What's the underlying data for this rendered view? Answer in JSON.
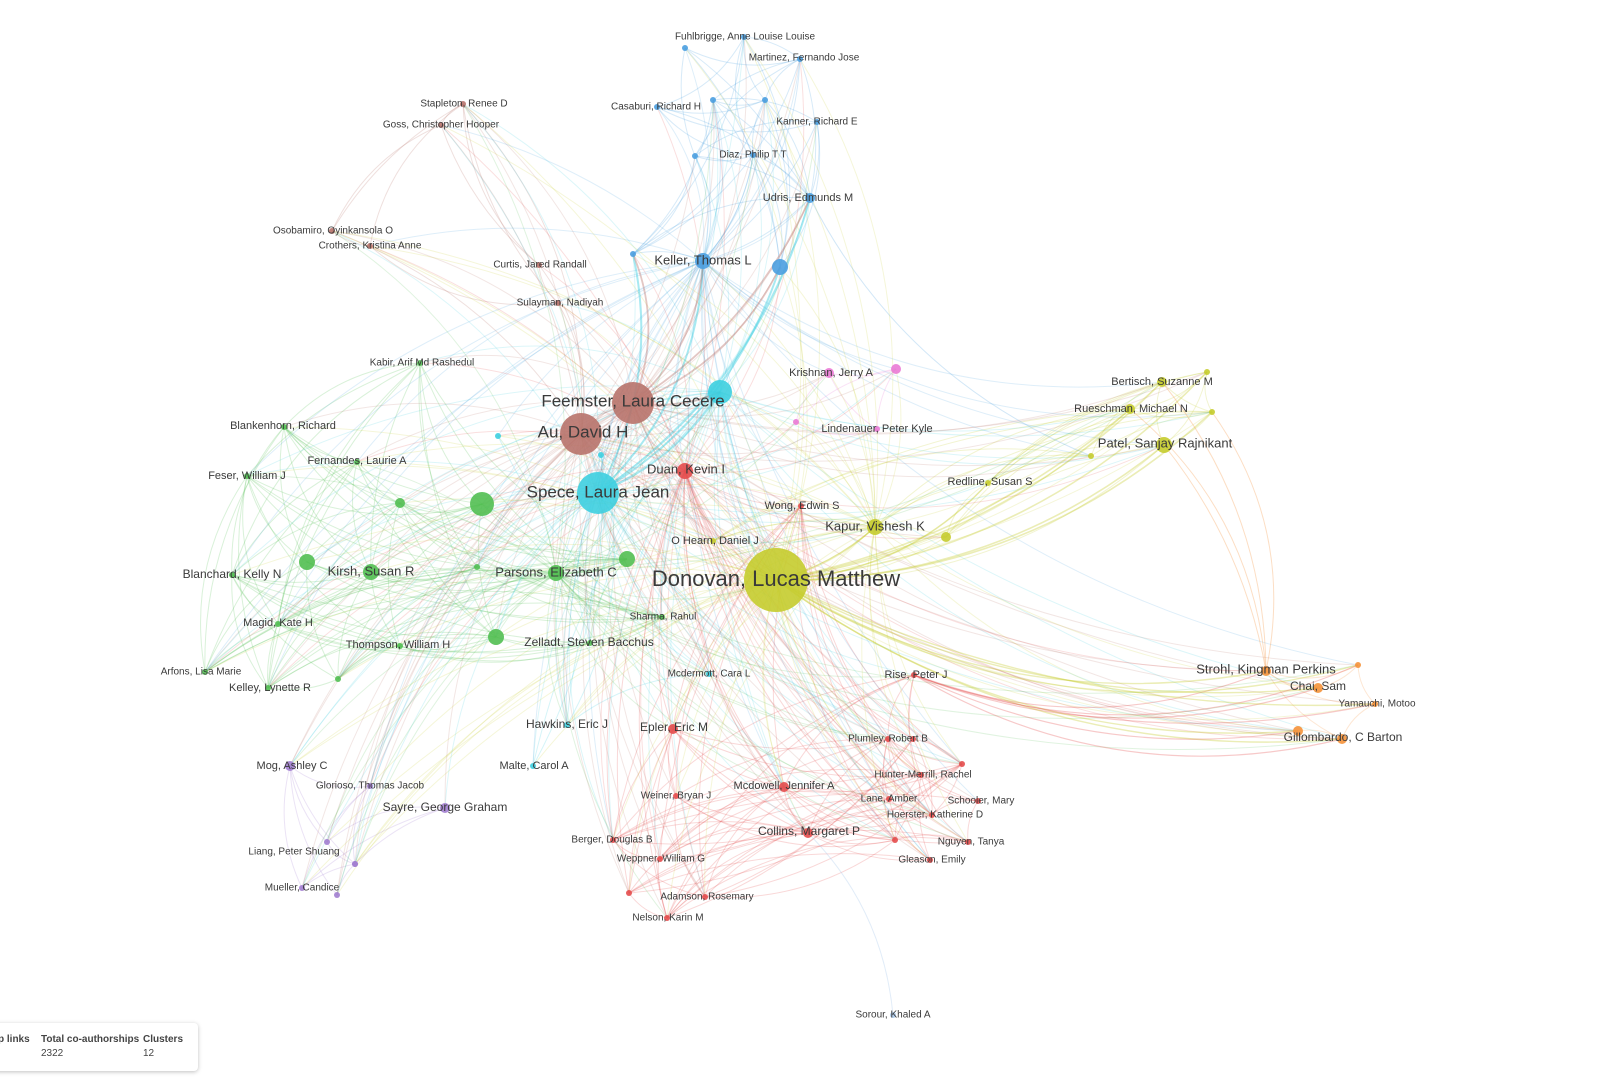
{
  "colors": {
    "red": "#e44c4c",
    "green": "#52bf52",
    "blue": "#4a9ee0",
    "yellow": "#c5cc2e",
    "purple": "#a27ed0",
    "cyan": "#3ecfe0",
    "orange": "#f5923a",
    "brown": "#b8736b",
    "pink": "#ea7ad5",
    "lightblue": "#a8c8ea"
  },
  "nodes": [
    {
      "id": "donovan",
      "label": "Donovan, Lucas Matthew",
      "c": "yellow",
      "s": 5
    },
    {
      "id": "feemster",
      "label": "Feemster, Laura Cecere",
      "c": "brown",
      "s": 4
    },
    {
      "id": "au",
      "label": "Au, David H",
      "c": "brown",
      "s": 4
    },
    {
      "id": "spece",
      "label": "Spece, Laura Jean",
      "c": "cyan",
      "s": 4
    },
    {
      "id": "cyanbig",
      "label": "",
      "c": "cyan",
      "s": 3
    },
    {
      "id": "keller",
      "label": "Keller, Thomas L",
      "c": "blue",
      "s": 2
    },
    {
      "id": "blue2",
      "label": "",
      "c": "blue",
      "s": 2
    },
    {
      "id": "udris",
      "label": "Udris, Edmunds M",
      "c": "blue",
      "s": 1
    },
    {
      "id": "blue3",
      "label": "",
      "c": "blue",
      "s": 0
    },
    {
      "id": "fuhlbrigge",
      "label": "Fuhlbrigge, Anne Louise Louise",
      "c": "blue",
      "s": 0
    },
    {
      "id": "martinez",
      "label": "Martinez, Fernando Jose",
      "c": "blue",
      "s": 0
    },
    {
      "id": "casaburi",
      "label": "Casaburi, Richard H",
      "c": "blue",
      "s": 0
    },
    {
      "id": "kanner",
      "label": "Kanner, Richard E",
      "c": "blue",
      "s": 0
    },
    {
      "id": "diaz",
      "label": "Diaz, Philip T T",
      "c": "blue",
      "s": 0
    },
    {
      "id": "blue4",
      "label": "",
      "c": "blue",
      "s": 0
    },
    {
      "id": "blue5",
      "label": "",
      "c": "blue",
      "s": 0
    },
    {
      "id": "blue6",
      "label": "",
      "c": "blue",
      "s": 0
    },
    {
      "id": "blue7",
      "label": "",
      "c": "blue",
      "s": 0
    },
    {
      "id": "stapleton",
      "label": "Stapleton, Renee D",
      "c": "brown",
      "s": 0
    },
    {
      "id": "goss",
      "label": "Goss, Christopher Hooper",
      "c": "brown",
      "s": 0
    },
    {
      "id": "osobamiro",
      "label": "Osobamiro, Oyinkansola O",
      "c": "brown",
      "s": 0
    },
    {
      "id": "crothers",
      "label": "Crothers, Kristina Anne",
      "c": "brown",
      "s": 0
    },
    {
      "id": "curtis",
      "label": "Curtis, Jared Randall",
      "c": "brown",
      "s": 0
    },
    {
      "id": "sulayman",
      "label": "Sulayman, Nadiyah",
      "c": "brown",
      "s": 0
    },
    {
      "id": "kabir",
      "label": "Kabir, Arif Md Rashedul",
      "c": "green",
      "s": 0
    },
    {
      "id": "duan",
      "label": "Duan, Kevin I",
      "c": "red",
      "s": 2
    },
    {
      "id": "krishnan",
      "label": "Krishnan, Jerry A",
      "c": "pink",
      "s": 1
    },
    {
      "id": "pink2",
      "label": "",
      "c": "pink",
      "s": 1
    },
    {
      "id": "pink3",
      "label": "",
      "c": "pink",
      "s": 0
    },
    {
      "id": "lindenauer",
      "label": "Lindenauer, Peter Kyle",
      "c": "pink",
      "s": 0
    },
    {
      "id": "bertisch",
      "label": "Bertisch, Suzanne M",
      "c": "yellow",
      "s": 1
    },
    {
      "id": "rueschman",
      "label": "Rueschman, Michael N",
      "c": "yellow",
      "s": 1
    },
    {
      "id": "patel",
      "label": "Patel, Sanjay Rajnikant",
      "c": "yellow",
      "s": 2
    },
    {
      "id": "yel2",
      "label": "",
      "c": "yellow",
      "s": 0
    },
    {
      "id": "yel3",
      "label": "",
      "c": "yellow",
      "s": 0
    },
    {
      "id": "yel4",
      "label": "",
      "c": "yellow",
      "s": 0
    },
    {
      "id": "redline",
      "label": "Redline, Susan S",
      "c": "yellow",
      "s": 0
    },
    {
      "id": "kapur",
      "label": "Kapur, Vishesh K",
      "c": "yellow",
      "s": 2
    },
    {
      "id": "yel5",
      "label": "",
      "c": "yellow",
      "s": 1
    },
    {
      "id": "wong",
      "label": "Wong, Edwin S",
      "c": "red",
      "s": 0
    },
    {
      "id": "ohearn",
      "label": "O Hearn, Daniel J",
      "c": "yellow",
      "s": 0
    },
    {
      "id": "blankenhorn",
      "label": "Blankenhorn, Richard",
      "c": "green",
      "s": 0
    },
    {
      "id": "fernandes",
      "label": "Fernandes, Laurie A",
      "c": "green",
      "s": 0
    },
    {
      "id": "feser",
      "label": "Feser, William J",
      "c": "green",
      "s": 0
    },
    {
      "id": "green2",
      "label": "",
      "c": "green",
      "s": 1
    },
    {
      "id": "green3",
      "label": "",
      "c": "green",
      "s": 3
    },
    {
      "id": "blanchard",
      "label": "Blanchard, Kelly N",
      "c": "green",
      "s": 0
    },
    {
      "id": "green4",
      "label": "",
      "c": "green",
      "s": 2
    },
    {
      "id": "kirsh",
      "label": "Kirsh, Susan R",
      "c": "green",
      "s": 2
    },
    {
      "id": "green5",
      "label": "",
      "c": "green",
      "s": 0
    },
    {
      "id": "parsons",
      "label": "Parsons, Elizabeth C",
      "c": "green",
      "s": 2
    },
    {
      "id": "green6",
      "label": "",
      "c": "green",
      "s": 2
    },
    {
      "id": "magid",
      "label": "Magid, Kate H",
      "c": "green",
      "s": 0
    },
    {
      "id": "thompson",
      "label": "Thompson, William H",
      "c": "green",
      "s": 0
    },
    {
      "id": "green7",
      "label": "",
      "c": "green",
      "s": 2
    },
    {
      "id": "zelladt",
      "label": "Zelladt, Steven Bacchus",
      "c": "green",
      "s": 0
    },
    {
      "id": "sharma",
      "label": "Sharma, Rahul",
      "c": "green",
      "s": 0
    },
    {
      "id": "arfons",
      "label": "Arfons, Lisa Marie",
      "c": "green",
      "s": 0
    },
    {
      "id": "kelley",
      "label": "Kelley, Lynette R",
      "c": "green",
      "s": 0
    },
    {
      "id": "green8",
      "label": "",
      "c": "green",
      "s": 0
    },
    {
      "id": "cyan2",
      "label": "",
      "c": "cyan",
      "s": 0
    },
    {
      "id": "mcdermott",
      "label": "Mcdermott, Cara L",
      "c": "cyan",
      "s": 0
    },
    {
      "id": "hawkins",
      "label": "Hawkins, Eric J",
      "c": "cyan",
      "s": 0
    },
    {
      "id": "malte",
      "label": "Malte, Carol A",
      "c": "cyan",
      "s": 0
    },
    {
      "id": "mog",
      "label": "Mog, Ashley C",
      "c": "purple",
      "s": 1
    },
    {
      "id": "glorioso",
      "label": "Glorioso, Thomas Jacob",
      "c": "purple",
      "s": 0
    },
    {
      "id": "sayre",
      "label": "Sayre, George Graham",
      "c": "purple",
      "s": 1
    },
    {
      "id": "purple2",
      "label": "",
      "c": "purple",
      "s": 0
    },
    {
      "id": "liang",
      "label": "Liang, Peter Shuang",
      "c": "purple",
      "s": 0
    },
    {
      "id": "purple3",
      "label": "",
      "c": "purple",
      "s": 0
    },
    {
      "id": "mueller",
      "label": "Mueller, Candice",
      "c": "purple",
      "s": 0
    },
    {
      "id": "purple4",
      "label": "",
      "c": "purple",
      "s": 0
    },
    {
      "id": "rise",
      "label": "Rise, Peter J",
      "c": "red",
      "s": 0
    },
    {
      "id": "epler",
      "label": "Epler, Eric M",
      "c": "red",
      "s": 1
    },
    {
      "id": "plumley",
      "label": "Plumley, Robert B",
      "c": "red",
      "s": 0
    },
    {
      "id": "huntermerrill",
      "label": "Hunter-Merrill, Rachel",
      "c": "red",
      "s": 0
    },
    {
      "id": "mcdowell",
      "label": "Mcdowell, Jennifer A",
      "c": "red",
      "s": 1
    },
    {
      "id": "weiner",
      "label": "Weiner, Bryan J",
      "c": "red",
      "s": 0
    },
    {
      "id": "lane",
      "label": "Lane, Amber",
      "c": "red",
      "s": 0
    },
    {
      "id": "schooler",
      "label": "Schooler, Mary",
      "c": "red",
      "s": 0
    },
    {
      "id": "hoerster",
      "label": "Hoerster, Katherine D",
      "c": "red",
      "s": 0
    },
    {
      "id": "collins",
      "label": "Collins, Margaret P",
      "c": "red",
      "s": 1
    },
    {
      "id": "berger",
      "label": "Berger, Douglas B",
      "c": "red",
      "s": 0
    },
    {
      "id": "nguyen",
      "label": "Nguyen, Tanya",
      "c": "red",
      "s": 0
    },
    {
      "id": "weppner",
      "label": "Weppner, William G",
      "c": "red",
      "s": 0
    },
    {
      "id": "gleason",
      "label": "Gleason, Emily",
      "c": "red",
      "s": 0
    },
    {
      "id": "red2",
      "label": "",
      "c": "red",
      "s": 0
    },
    {
      "id": "adamson",
      "label": "Adamson, Rosemary",
      "c": "red",
      "s": 0
    },
    {
      "id": "red3",
      "label": "",
      "c": "red",
      "s": 0
    },
    {
      "id": "nelson",
      "label": "Nelson, Karin M",
      "c": "red",
      "s": 0
    },
    {
      "id": "red4",
      "label": "",
      "c": "red",
      "s": 0
    },
    {
      "id": "red5",
      "label": "",
      "c": "red",
      "s": 0
    },
    {
      "id": "strohl",
      "label": "Strohl, Kingman Perkins",
      "c": "orange",
      "s": 1
    },
    {
      "id": "chai",
      "label": "Chai, Sam",
      "c": "orange",
      "s": 1
    },
    {
      "id": "orange2",
      "label": "",
      "c": "orange",
      "s": 0
    },
    {
      "id": "yamauchi",
      "label": "Yamauchi, Motoo",
      "c": "orange",
      "s": 0
    },
    {
      "id": "gillombardo",
      "label": "Gillombardo, C Barton",
      "c": "orange",
      "s": 1
    },
    {
      "id": "orange3",
      "label": "",
      "c": "orange",
      "s": 1
    },
    {
      "id": "sorour",
      "label": "Sorour, Khaled A",
      "c": "lightblue",
      "s": 0
    },
    {
      "id": "cyan3",
      "label": "",
      "c": "cyan",
      "s": 0
    }
  ],
  "stats": {
    "links_label": "p links",
    "coauth_label": "Total co-authorships",
    "coauth_value": "2322",
    "clusters_label": "Clusters",
    "clusters_value": "12"
  }
}
